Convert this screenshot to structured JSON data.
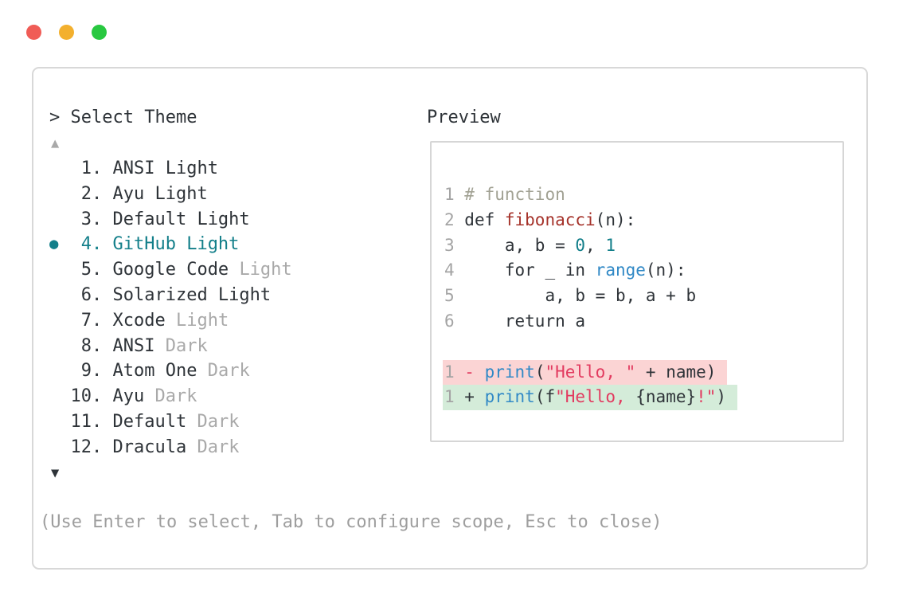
{
  "colors": {
    "tlred": "#f05c56",
    "tlyellow": "#f3b02e",
    "tlgreen": "#28c840",
    "winborder": "#d8d8d8",
    "border": "#d6d6d6",
    "dark": "#2e3338",
    "muted": "#a9a9a9",
    "footer": "#9e9e9e",
    "accent": "#137f8a",
    "lineno": "#a4a4a4",
    "comment": "#a1a193",
    "func": "#a5322a",
    "builtin": "#3189c6",
    "string": "#e23a5f",
    "delbg": "#fbd4d4",
    "addbg": "#d4ecd9"
  },
  "prompt": {
    "caret": "> ",
    "title": "Select Theme"
  },
  "scroll": {
    "up": "▲",
    "down": "▼"
  },
  "theme_list": {
    "selected_indicator": "●",
    "selected_number": 4,
    "items": [
      {
        "num": " 1. ",
        "name": "ANSI Light",
        "variant": ""
      },
      {
        "num": " 2. ",
        "name": "Ayu Light",
        "variant": ""
      },
      {
        "num": " 3. ",
        "name": "Default Light",
        "variant": ""
      },
      {
        "num": " 4. ",
        "name": "GitHub Light",
        "variant": ""
      },
      {
        "num": " 5. ",
        "name": "Google Code",
        "variant": "Light"
      },
      {
        "num": " 6. ",
        "name": "Solarized Light",
        "variant": ""
      },
      {
        "num": " 7. ",
        "name": "Xcode",
        "variant": "Light"
      },
      {
        "num": " 8. ",
        "name": "ANSI",
        "variant": "Dark"
      },
      {
        "num": " 9. ",
        "name": "Atom One",
        "variant": "Dark"
      },
      {
        "num": "10. ",
        "name": "Ayu",
        "variant": "Dark"
      },
      {
        "num": "11. ",
        "name": "Default",
        "variant": "Dark"
      },
      {
        "num": "12. ",
        "name": "Dracula",
        "variant": "Dark"
      }
    ]
  },
  "preview": {
    "title": "Preview",
    "code": {
      "l1": {
        "n": "1 ",
        "comment": "# function"
      },
      "l2": {
        "n": "2 ",
        "p1": "def ",
        "fn": "fibonacci",
        "p2": "(n):"
      },
      "l3": {
        "n": "3 ",
        "p1": "    a, b = ",
        "num1": "0",
        "p2": ", ",
        "num2": "1"
      },
      "l4": {
        "n": "4 ",
        "p1": "    for _ in ",
        "bi": "range",
        "p2": "(n):"
      },
      "l5": {
        "n": "5 ",
        "p1": "        a, b = b, a + b"
      },
      "l6": {
        "n": "6 ",
        "p1": "    return a"
      },
      "d1": {
        "n": "1 ",
        "marker": "- ",
        "bi": "print",
        "p1": "(",
        "s1": "\"Hello, \"",
        "p2": " + name)"
      },
      "d2": {
        "n": "1 ",
        "marker": "+ ",
        "bi": "print",
        "p1": "(f",
        "s1": "\"Hello, ",
        "p2": "{name}",
        "s2": "!\"",
        "p3": ")"
      }
    }
  },
  "footer": {
    "hint": "(Use Enter to select, Tab to configure scope, Esc to close)"
  }
}
